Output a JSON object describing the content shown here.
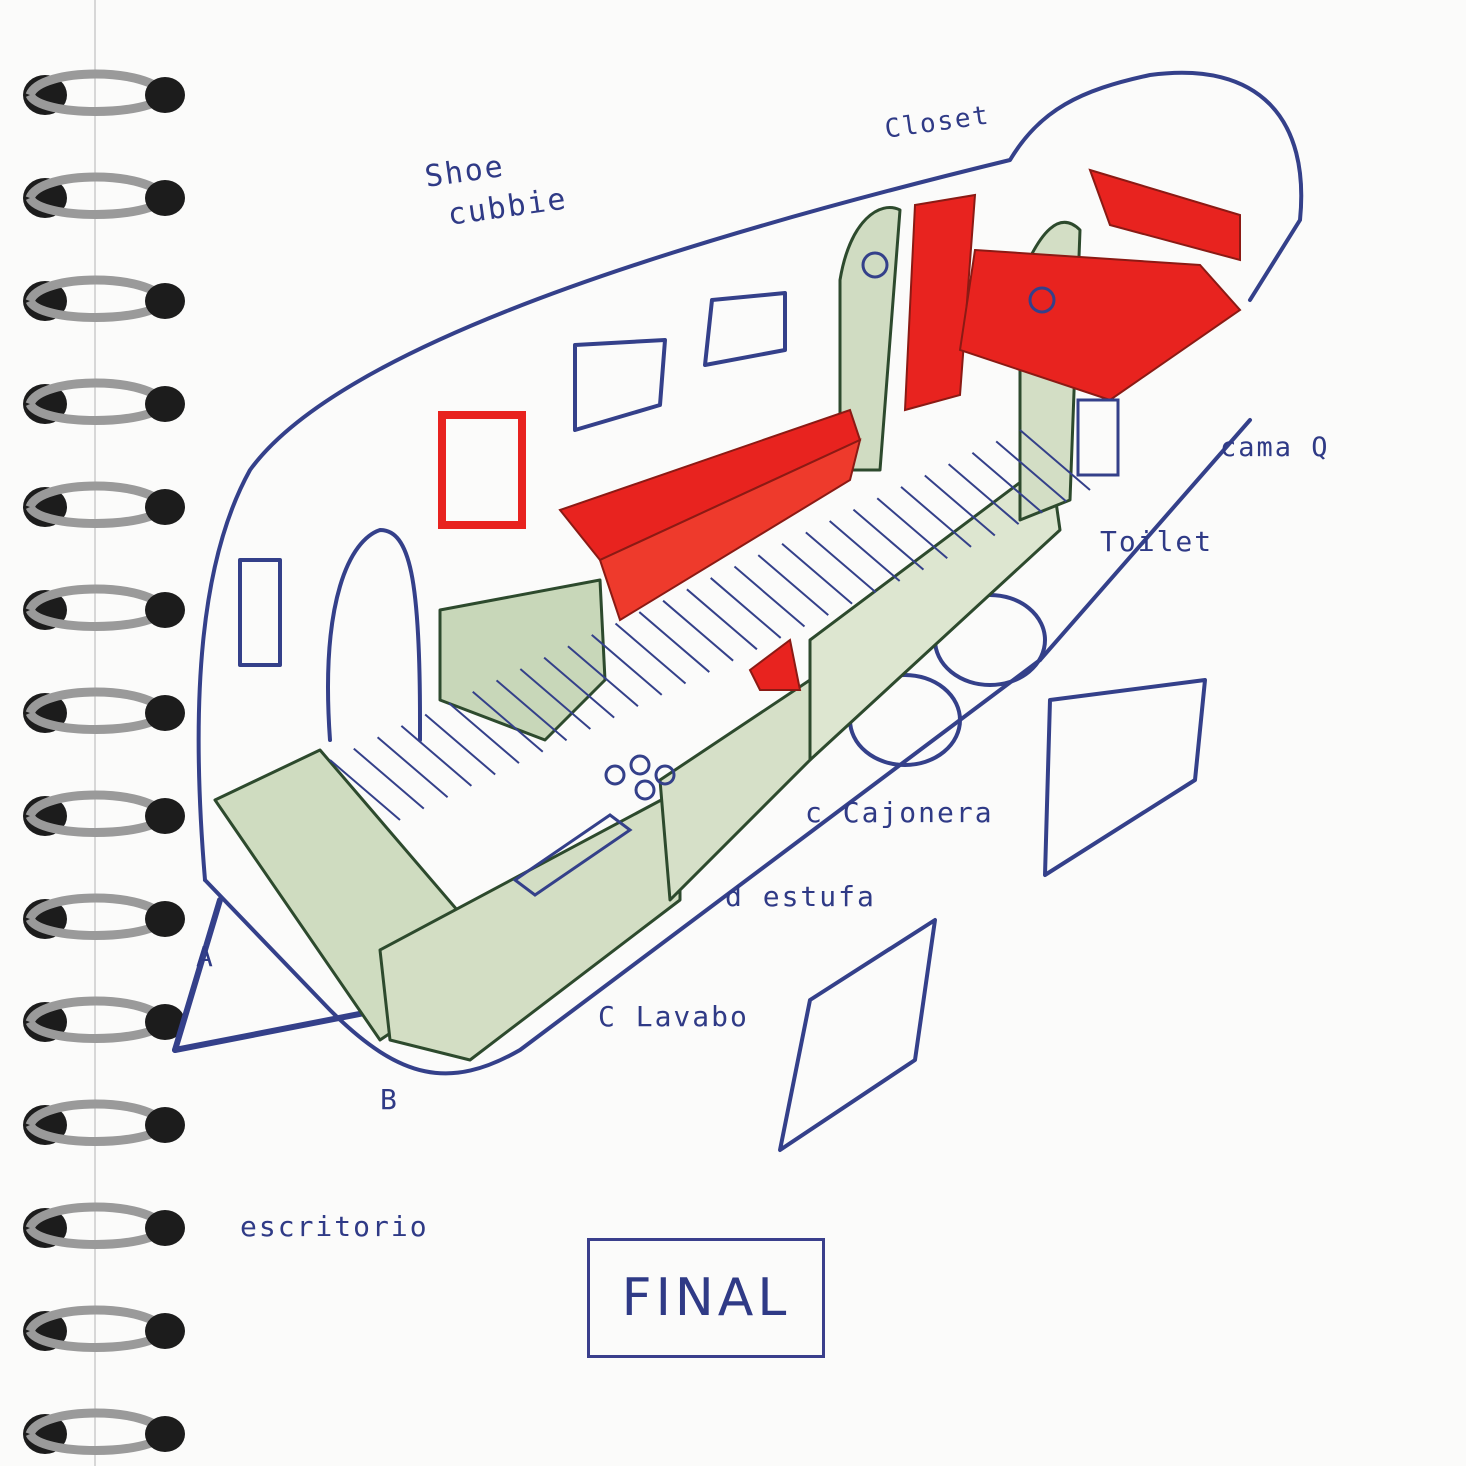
{
  "labels": {
    "shoe_cubbie_line1": "Shoe",
    "shoe_cubbie_line2": "cubbie",
    "closet": "Closet",
    "cama": "cama Q",
    "toilet": "Toilet",
    "cajonera": "c Cajonera",
    "estufa": "d estufa",
    "lavabo": "C Lavabo",
    "marker_a": "A",
    "marker_b": "B",
    "escritorio": "escritorio",
    "final": "FINAL"
  },
  "colors": {
    "ink": "#34408a",
    "marker_red": "#e8231f",
    "sage": "#cfdcc0",
    "dark_green": "#3c5a3c",
    "paper": "#fbfbfa"
  }
}
